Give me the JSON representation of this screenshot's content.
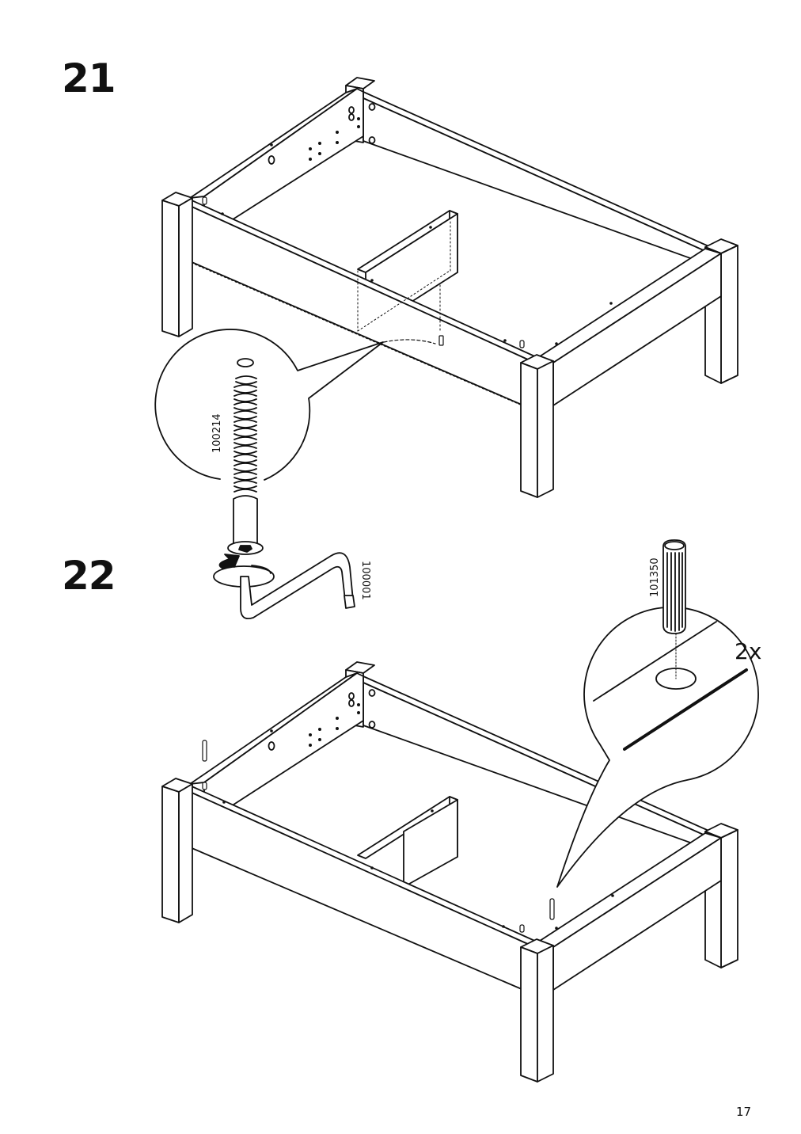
{
  "page": {
    "number": "17"
  },
  "steps": [
    {
      "number": "21",
      "parts": [
        {
          "id": "100214",
          "icon": "hex-bolt-icon"
        }
      ]
    },
    {
      "number": "22",
      "parts": [
        {
          "id": "100001",
          "icon": "allen-key-icon"
        },
        {
          "id": "101350",
          "icon": "wooden-dowel-icon"
        }
      ],
      "quantity": "2x"
    }
  ],
  "colors": {
    "line": "#111111",
    "background": "#ffffff"
  }
}
